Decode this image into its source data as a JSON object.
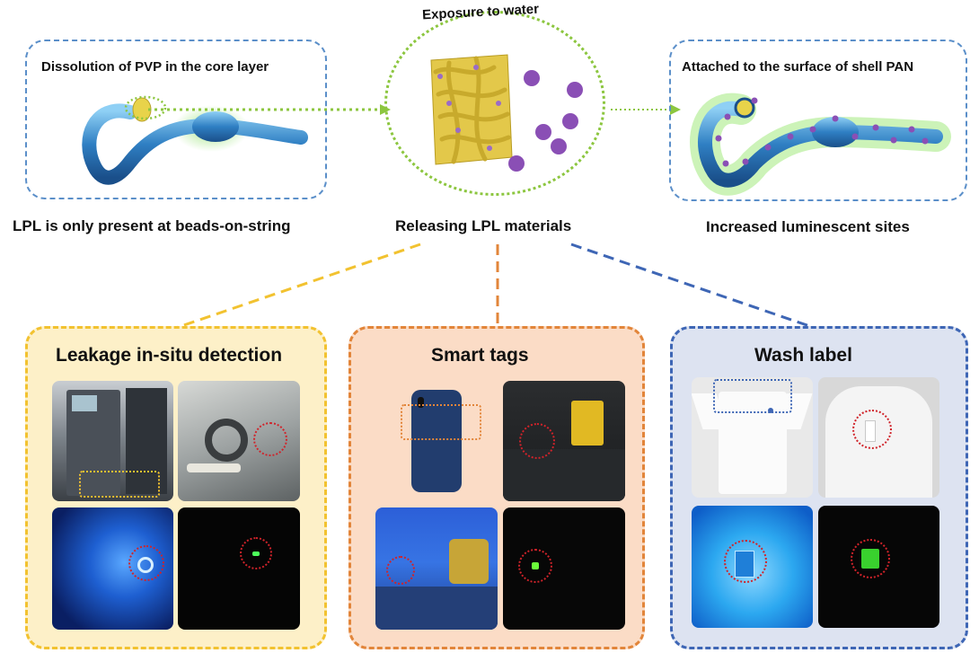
{
  "top": {
    "left_panel": {
      "title": "Dissolution of PVP in the core layer",
      "caption": "LPL is only present at beads-on-string"
    },
    "center_panel": {
      "title": "Exposure to water",
      "caption": "Releasing LPL materials"
    },
    "right_panel": {
      "title": "Attached to the surface of shell PAN",
      "caption": "Increased luminescent sites"
    }
  },
  "applications": [
    {
      "title": "Leakage in-situ detection"
    },
    {
      "title": "Smart tags"
    },
    {
      "title": "Wash label"
    }
  ],
  "colors": {
    "blue_dash": "#5b8fc9",
    "green_dot": "#8cc63f",
    "yellow_dash": "#f2c230",
    "orange_dash": "#e2853a",
    "navy_dash": "#3e66b5",
    "leakage_bg": "#fdf0c8",
    "smart_bg": "#fbdcc6",
    "wash_bg": "#dde3f1",
    "fiber_blue": "#2f7fc3",
    "particle_purple": "#8a4fb5",
    "ring_red": "#d0232a"
  }
}
